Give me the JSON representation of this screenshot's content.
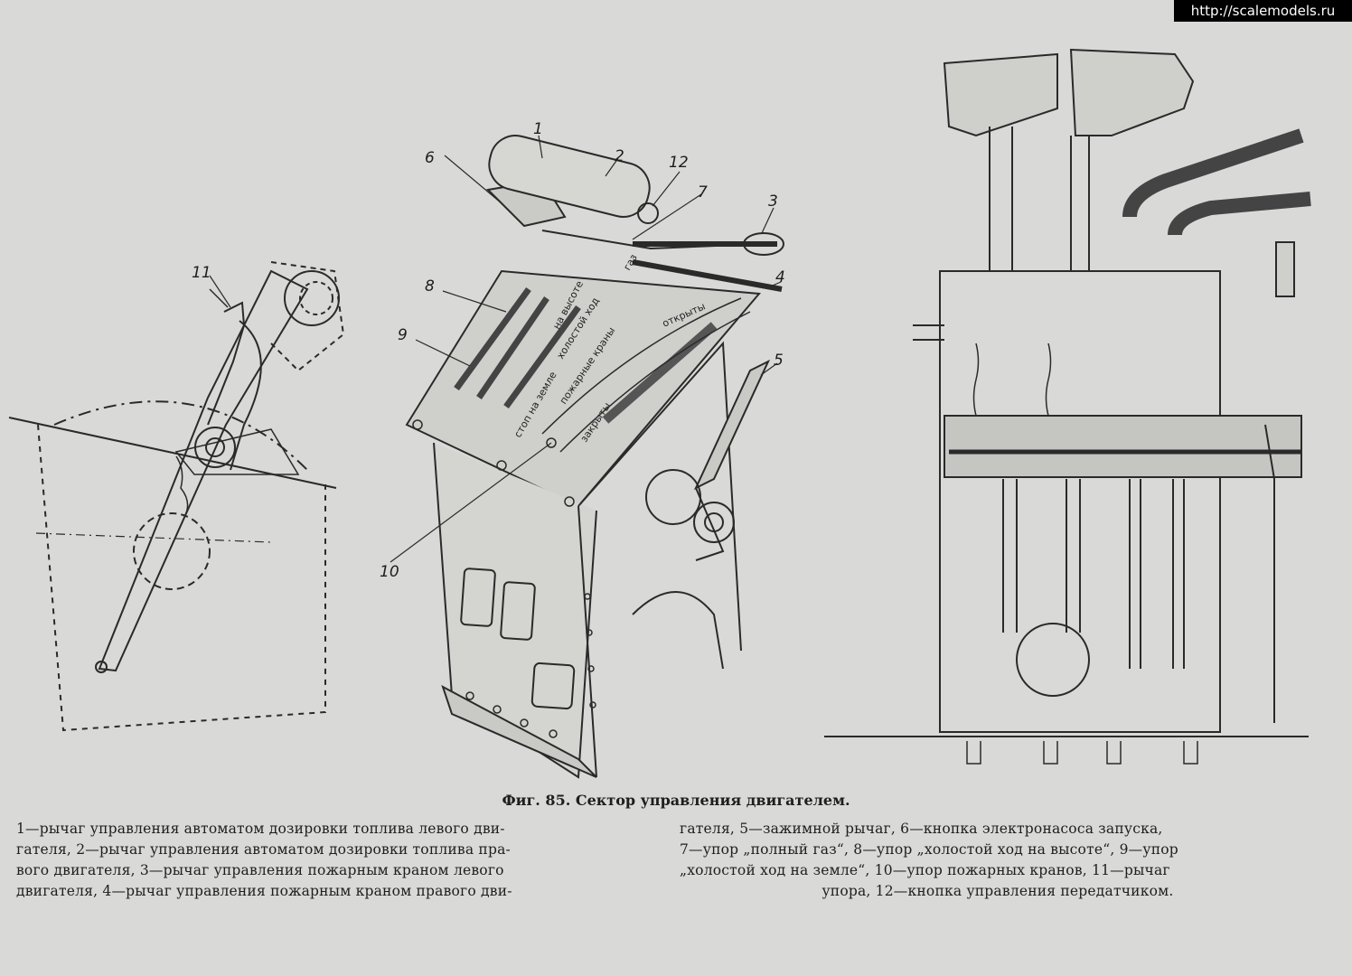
{
  "watermark": "http://scalemodels.ru",
  "caption": "Фиг. 85. Сектор управления двигателем.",
  "callouts": {
    "c1": "1",
    "c2": "2",
    "c3": "3",
    "c4": "4",
    "c5": "5",
    "c6": "6",
    "c7": "7",
    "c8": "8",
    "c9": "9",
    "c10": "10",
    "c11": "11",
    "c12": "12"
  },
  "plate_labels": {
    "open": "открыты",
    "closed": "закрыты",
    "fire_valves": "пожарные краны",
    "idle": "холостой ход",
    "stop_ground": "стоп на земле",
    "at_altitude": "на высоте",
    "full_throttle": "газ"
  },
  "legend_left": [
    "1—рычаг управления автоматом дозировки топлива левого дви-",
    "гателя, 2—рычаг управления автоматом дозировки топлива пра-",
    "вого двигателя, 3—рычаг управления пожарным краном левого",
    "двигателя, 4—рычаг управления пожарным краном правого дви-"
  ],
  "legend_right": [
    "гателя, 5—зажимной рычаг, 6—кнопка электронасоса запуска,",
    "7—упор „полный газ“, 8—упор „холостой ход на высоте“, 9—упор",
    "„холостой ход на земле“, 10—упор пожарных кранов, 11—рычаг",
    "упора, 12—кнопка управления передатчиком."
  ]
}
